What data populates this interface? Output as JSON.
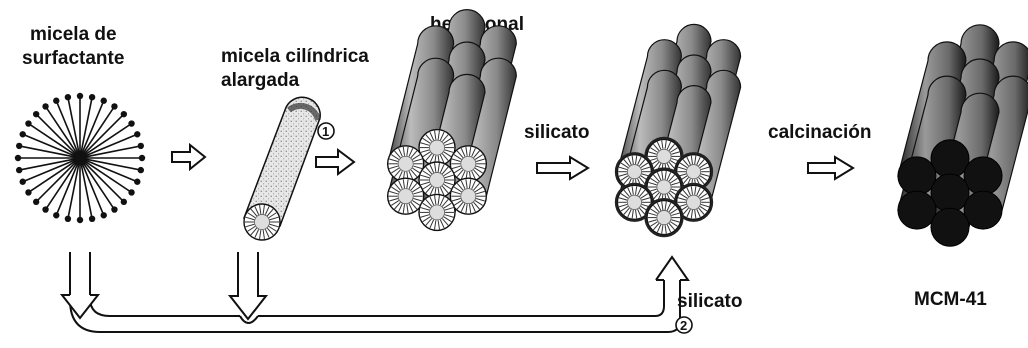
{
  "labels": {
    "micelle_line1": "micela de",
    "micelle_line2": "surfactante",
    "rod_line1": "micela cilíndrica",
    "rod_line2": "alargada",
    "hexagonal": "hexagonal",
    "silicate_top": "silicato",
    "calcination": "calcinación",
    "silicate_bottom": "silicato",
    "product": "MCM-41"
  },
  "route_markers": {
    "route1": "1",
    "route2": "2"
  }
}
